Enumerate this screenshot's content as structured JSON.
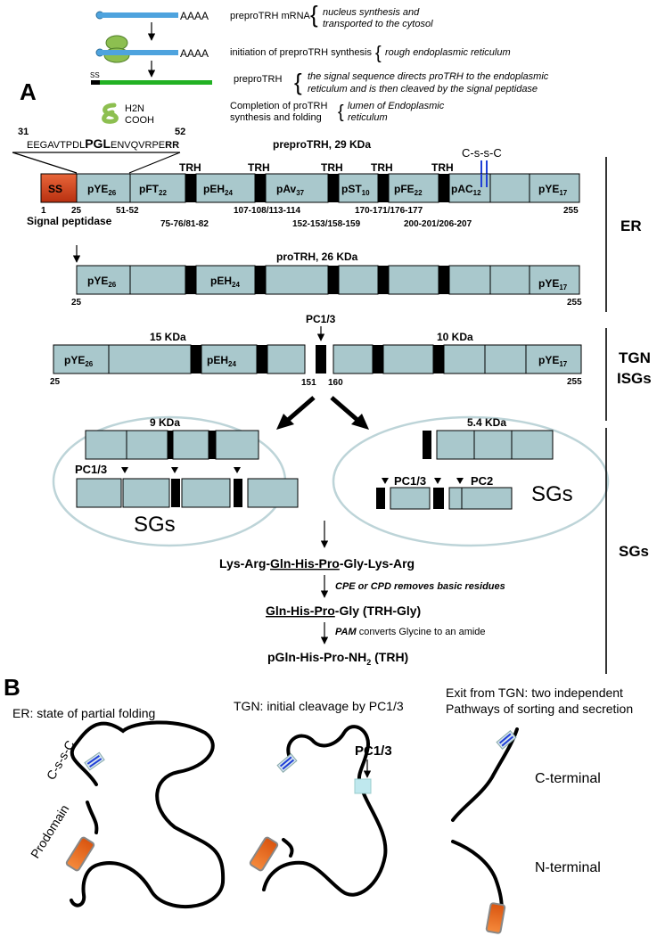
{
  "top_flow": {
    "mrna_tail": "AAAA",
    "mrna_label": "preproTRH mRNA",
    "mrna_note_1": "nucleus synthesis and",
    "mrna_note_2": "transported to the cytosol",
    "init_tail": "AAAA",
    "init_label": "initiation of preproTRH synthesis",
    "init_note": "rough endoplasmic reticulum",
    "ss_label": "SS",
    "prepro_label": "preproTRH",
    "prepro_note_1": "the signal sequence directs proTRH to the endoplasmic",
    "prepro_note_2": "reticulum and is then cleaved by the signal peptidase",
    "h2n": "H2N",
    "cooh": "COOH",
    "completion_label_1": "Completion of proTRH",
    "completion_label_2": "synthesis and folding",
    "completion_note_1": "lumen of Endoplasmic",
    "completion_note_2": "reticulum"
  },
  "panel_a": {
    "letter": "A",
    "seq_start": "31",
    "seq_end": "52",
    "seq_left": "EEGAVTPDL",
    "seq_bold": "PGL",
    "seq_mid": "ENVQVRPE",
    "seq_rr": "RR",
    "prepro_title": "preproTRH, 29 KDa",
    "css": "C-s-s-C",
    "trh": "TRH",
    "ss": "SS",
    "pYE26_base": "pYE",
    "pYE26_sub": "26",
    "pFT22_base": "pFT",
    "pFT22_sub": "22",
    "pEH24_base": "pEH",
    "pEH24_sub": "24",
    "pAv37_base": "pAv",
    "pAv37_sub": "37",
    "pST10_base": "pST",
    "pST10_sub": "10",
    "pFE22_base": "pFE",
    "pFE22_sub": "22",
    "pAC12_base": "pAC",
    "pAC12_sub": "12",
    "pYE17_base": "pYE",
    "pYE17_sub": "17",
    "pos_1": "1",
    "pos_25": "25",
    "pos_51_52": "51-52",
    "pos_255": "255",
    "signal_peptidase": "Signal peptidase",
    "cut_75": "75-76/81-82",
    "cut_107": "107-108/113-114",
    "cut_152": "152-153/158-159",
    "cut_170": "170-171/176-177",
    "cut_200": "200-201/206-207",
    "protrh_title": "proTRH, 26 KDa",
    "pro_pos_25": "25",
    "pro_pos_255": "255",
    "pc13": "PC1/3",
    "kda15": "15 KDa",
    "kda10": "10 KDa",
    "tgn_pos_25": "25",
    "tgn_pos_151": "151",
    "tgn_pos_160": "160",
    "tgn_pos_255": "255",
    "kda9": "9 KDa",
    "kda54": "5.4 KDa",
    "pc13_left": "PC1/3",
    "sgs_left": "SGs",
    "pc13_right": "PC1/3",
    "pc2": "PC2",
    "sgs_right": "SGs",
    "peptide_1": "Lys-Arg-",
    "peptide_2": "Gln-His-Pro",
    "peptide_3": "-Gly-Lys-Arg",
    "cpe_note": "CPE or CPD removes basic residues",
    "trhgly_1": "Gln-His-Pro",
    "trhgly_2": "-Gly   (TRH-Gly)",
    "pam_1": "PAM",
    "pam_2": " converts Glycine to an amide",
    "final_1": "pGln-His-Pro-NH",
    "final_sub": "2",
    "final_2": " (TRH)",
    "label_er": "ER",
    "label_tgn": "TGN",
    "label_isgs": "ISGs",
    "label_sgs": "SGs"
  },
  "panel_b": {
    "letter": "B",
    "er_title": "ER: state of partial folding",
    "tgn_title": "TGN: initial cleavage by PC1/3",
    "exit_title_1": "Exit from TGN: two independent",
    "exit_title_2": "Pathways of sorting and secretion",
    "css": "C-s-s-C",
    "prodomain": "Prodomain",
    "pc13": "PC1/3",
    "c_terminal": "C-terminal",
    "n_terminal": "N-terminal"
  },
  "colors": {
    "segment_fill": "#a9c8cc",
    "signal_red": "#d24a20",
    "mrna_blue": "#4ea3de",
    "green_bar": "#22b123",
    "ribosome_green": "#8dbf50",
    "disulfide_blue": "#1f3fd6",
    "prodomain_orange": "#f26b1d",
    "ellipse": "#bdd4d8"
  }
}
